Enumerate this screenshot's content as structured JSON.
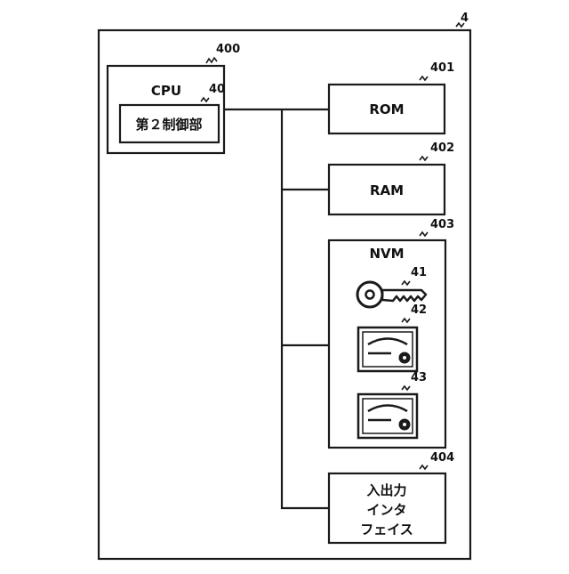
{
  "device_ref": "4",
  "cpu": {
    "label": "CPU",
    "ref": "400"
  },
  "controller": {
    "label": "第２制御部",
    "ref": "40"
  },
  "rom": {
    "label": "ROM",
    "ref": "401"
  },
  "ram": {
    "label": "RAM",
    "ref": "402"
  },
  "nvm": {
    "label": "NVM",
    "ref": "403",
    "items": [
      {
        "ref": "41",
        "icon": "key-icon"
      },
      {
        "ref": "42",
        "icon": "certificate-icon"
      },
      {
        "ref": "43",
        "icon": "certificate-icon"
      }
    ]
  },
  "io": {
    "lines": [
      "入出力",
      "インタ",
      "フェイス"
    ],
    "ref": "404"
  }
}
